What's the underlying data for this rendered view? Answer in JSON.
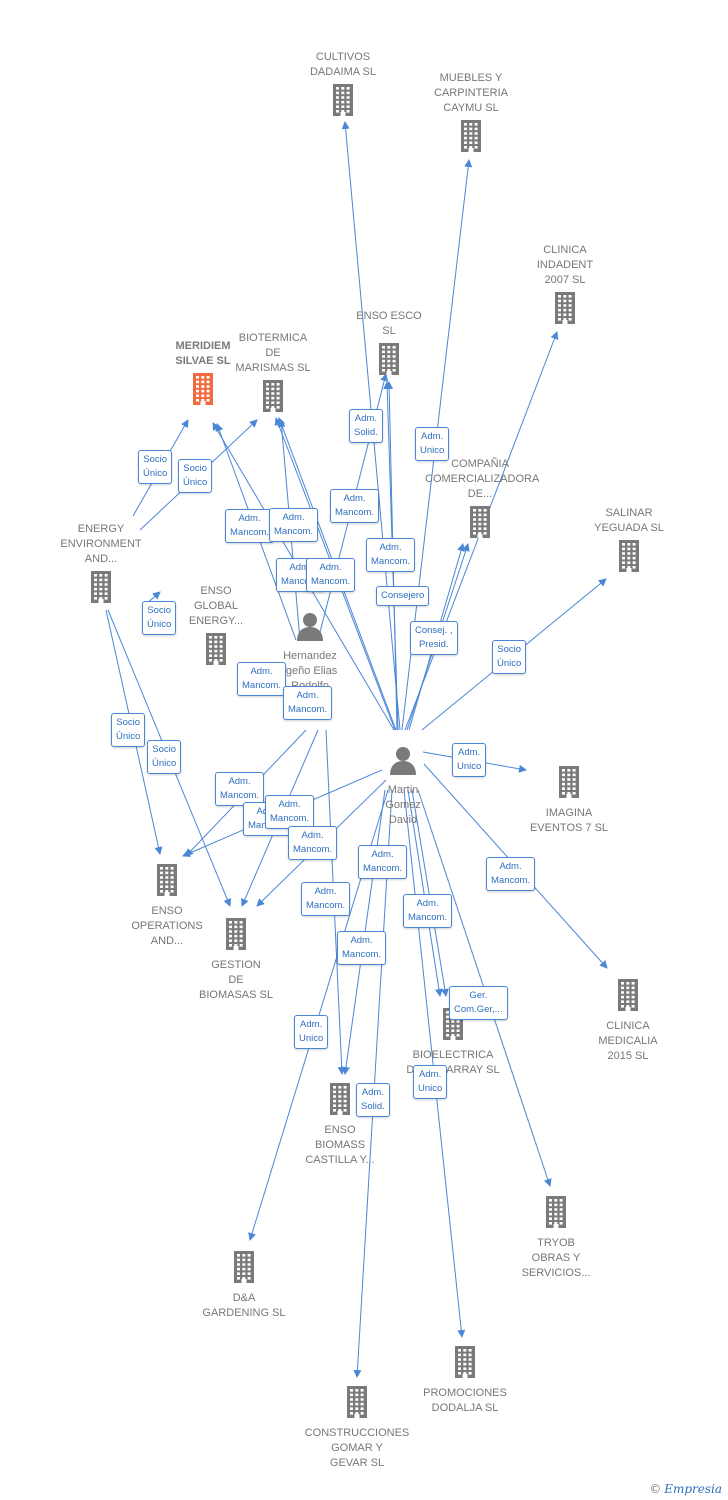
{
  "colors": {
    "edge": "#4a87d6",
    "building": "#7a7a7a",
    "focus_building": "#f26a3d",
    "person": "#7a7a7a"
  },
  "nodes": [
    {
      "id": "cultivos",
      "label": "CULTIVOS\nDADAIMA  SL",
      "icon": "building-icon"
    },
    {
      "id": "muebles",
      "label": "MUEBLES Y\nCARPINTERIA\nCAYMU  SL",
      "icon": "building-icon"
    },
    {
      "id": "clinica_indadent",
      "label": "CLINICA\nINDADENT\n2007  SL",
      "icon": "building-icon"
    },
    {
      "id": "enso_esco",
      "label": "ENSO ESCO\nSL",
      "icon": "building-icon"
    },
    {
      "id": "meridiem",
      "label": "MERIDIEM\nSILVAE  SL",
      "icon": "building-icon",
      "focus": true
    },
    {
      "id": "biotermica",
      "label": "BIOTERMICA\nDE\nMARISMAS SL",
      "icon": "building-icon"
    },
    {
      "id": "compania",
      "label": "COMPAÑIA\nCOMERCIALIZADORA\nDE...",
      "icon": "building-icon"
    },
    {
      "id": "salinar",
      "label": "SALINAR\nYEGUADA  SL",
      "icon": "building-icon"
    },
    {
      "id": "energy_env",
      "label": "ENERGY\nENVIRONMENT\nAND...",
      "icon": "building-icon"
    },
    {
      "id": "enso_global",
      "label": "ENSO\nGLOBAL\nENERGY...",
      "icon": "building-icon"
    },
    {
      "id": "hernandez",
      "label": "Hernandez\nIgeño Elias\nRodolfo",
      "icon": "person-icon"
    },
    {
      "id": "martin",
      "label": "Martin\nGomez\nDavid",
      "icon": "person-icon"
    },
    {
      "id": "imagina",
      "label": "IMAGINA\nEVENTOS 7  SL",
      "icon": "building-icon"
    },
    {
      "id": "enso_operations",
      "label": "ENSO\nOPERATIONS\nAND...",
      "icon": "building-icon"
    },
    {
      "id": "gestion",
      "label": "GESTION\nDE\nBIOMASAS SL",
      "icon": "building-icon"
    },
    {
      "id": "clinica_medicalia",
      "label": "CLINICA\nMEDICALIA\n2015  SL",
      "icon": "building-icon"
    },
    {
      "id": "bioelectrica",
      "label": "BIOELECTRICA\nDE ALGARRAY SL",
      "icon": "building-icon"
    },
    {
      "id": "enso_biomass",
      "label": "ENSO\nBIOMASS\nCASTILLA Y...",
      "icon": "building-icon"
    },
    {
      "id": "tryob",
      "label": "TRYOB\nOBRAS Y\nSERVICIOS...",
      "icon": "building-icon"
    },
    {
      "id": "dya",
      "label": "D&A\nGARDENING SL",
      "icon": "building-icon"
    },
    {
      "id": "promociones",
      "label": "PROMOCIONES\nDODALJA SL",
      "icon": "building-icon"
    },
    {
      "id": "construcciones",
      "label": "CONSTRUCCIONES\nGOMAR Y\nGEVAR SL",
      "icon": "building-icon"
    }
  ],
  "edges": [
    {
      "from": "martin",
      "to": "cultivos",
      "label": ""
    },
    {
      "from": "martin",
      "to": "muebles",
      "label": "Adm.\nUnico"
    },
    {
      "from": "martin",
      "to": "clinica_indadent",
      "label": ""
    },
    {
      "from": "martin",
      "to": "enso_esco",
      "label": "Adm.\nSolid."
    },
    {
      "from": "martin",
      "to": "enso_esco",
      "label": "Adm.\nMancom."
    },
    {
      "from": "martin",
      "to": "biotermica",
      "label": "Adm.\nMancom."
    },
    {
      "from": "martin",
      "to": "biotermica",
      "label": "Adm.\nMancom."
    },
    {
      "from": "martin",
      "to": "meridiem",
      "label": "Adm.\nMancom."
    },
    {
      "from": "martin",
      "to": "compania",
      "label": "Adm.\nMancom."
    },
    {
      "from": "martin",
      "to": "compania",
      "label": "Consej. ,\nPresid."
    },
    {
      "from": "martin",
      "to": "salinar",
      "label": "Socio\nÚnico"
    },
    {
      "from": "martin",
      "to": "imagina",
      "label": "Adm.\nUnico"
    },
    {
      "from": "martin",
      "to": "clinica_medicalia",
      "label": "Adm.\nMancom."
    },
    {
      "from": "martin",
      "to": "bioelectrica",
      "label": "Ger.\nCom.Ger,..."
    },
    {
      "from": "martin",
      "to": "bioelectrica",
      "label": "Adm.\nMancom."
    },
    {
      "from": "martin",
      "to": "tryob",
      "label": ""
    },
    {
      "from": "martin",
      "to": "promociones",
      "label": "Adm.\nUnico"
    },
    {
      "from": "martin",
      "to": "construcciones",
      "label": "Adm.\nSolid."
    },
    {
      "from": "martin",
      "to": "dya",
      "label": "Adm.\nUnico"
    },
    {
      "from": "martin",
      "to": "enso_biomass",
      "label": "Adm.\nMancom."
    },
    {
      "from": "martin",
      "to": "enso_operations",
      "label": "Adm.\nMancom."
    },
    {
      "from": "martin",
      "to": "gestion",
      "label": "Adm.\nMancom."
    },
    {
      "from": "hernandez",
      "to": "enso_esco",
      "label": "Consejero"
    },
    {
      "from": "hernandez",
      "to": "biotermica",
      "label": "Adm.\nMancom."
    },
    {
      "from": "hernandez",
      "to": "meridiem",
      "label": "Adm.\nMancom."
    },
    {
      "from": "hernandez",
      "to": "enso_operations",
      "label": "Adm.\nMancom."
    },
    {
      "from": "hernandez",
      "to": "gestion",
      "label": "Adm.\nMancom."
    },
    {
      "from": "hernandez",
      "to": "enso_biomass",
      "label": ""
    },
    {
      "from": "energy_env",
      "to": "meridiem",
      "label": "Socio\nÚnico"
    },
    {
      "from": "energy_env",
      "to": "biotermica",
      "label": "Socio\nÚnico"
    },
    {
      "from": "energy_env",
      "to": "enso_operations",
      "label": "Socio\nÚnico"
    },
    {
      "from": "energy_env",
      "to": "gestion",
      "label": "Socio\nÚnico"
    },
    {
      "from": "enso_global",
      "to": "energy_env",
      "label": "Socio\nÚnico"
    }
  ],
  "tags": [
    "Socio\nÚnico",
    "Socio\nÚnico",
    "Adm.\nSolid.",
    "Adm.\nUnico",
    "Adm.\nMancom.",
    "Adm.\nMancom.",
    "Adm.\nMancom.",
    "Adm.\nMancom.",
    "Adm.\nMancom.",
    "Adm.\nMancom.",
    "Consejero",
    "Socio\nÚnico",
    "Consej. ,\nPresid.",
    "Socio\nÚnico",
    "Adm.\nMancom.",
    "Adm.\nMancom.",
    "Socio\nÚnico",
    "Socio\nÚnico",
    "Adm.\nUnico",
    "Adm.\nMancom.",
    "Adm.\nMancom.",
    "Adm.\nMancom.",
    "Adm.\nMancom.",
    "Adm.\nMancom.",
    "Adm.\nMancom.",
    "Adm.\nMancom.",
    "Adm.\nMancom.",
    "Adm.\nMancom.",
    "Ger.\nCom.Ger,...",
    "Adm.\nUnico",
    "Adm.\nUnico",
    "Adm.\nSolid."
  ],
  "brand": {
    "copyright": "©",
    "name": "Empresia"
  }
}
